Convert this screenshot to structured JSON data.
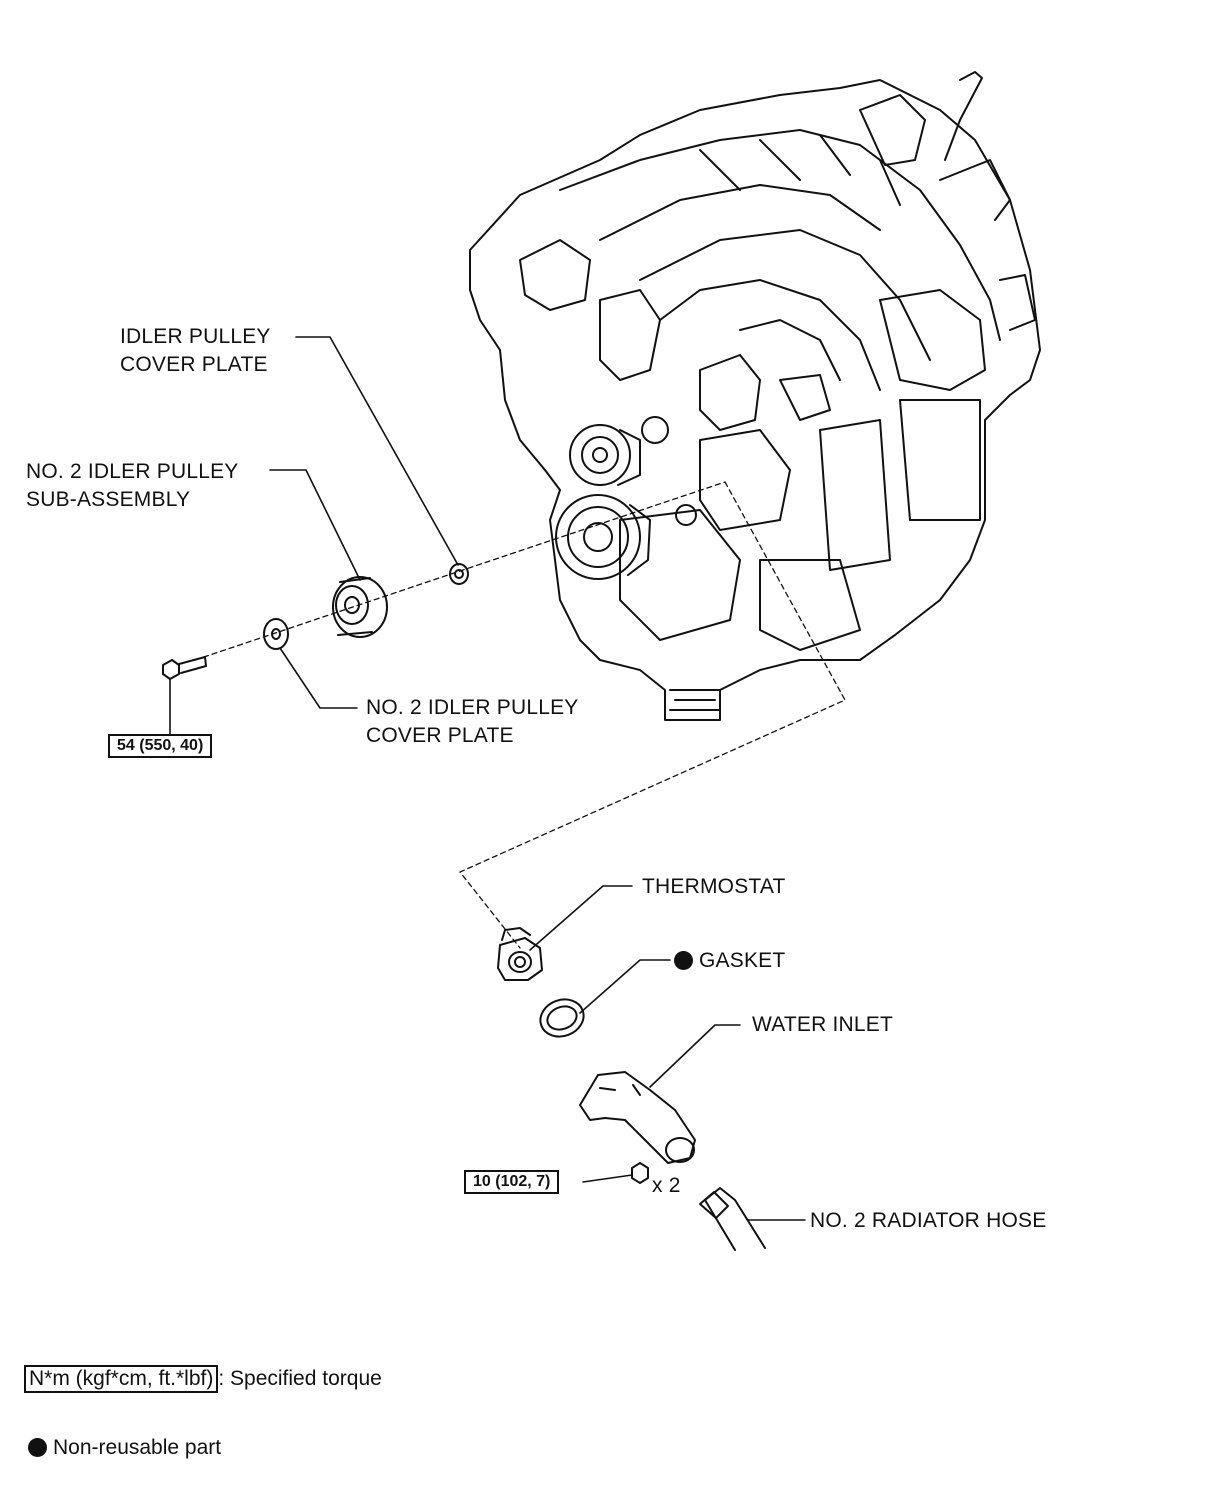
{
  "labels": {
    "idler_cover": [
      "IDLER PULLEY",
      "COVER PLATE"
    ],
    "no2_idler_subassy": [
      "NO. 2 IDLER PULLEY",
      "SUB-ASSEMBLY"
    ],
    "no2_idler_cover": [
      "NO. 2 IDLER PULLEY",
      "COVER PLATE"
    ],
    "thermostat": "THERMOSTAT",
    "gasket": "GASKET",
    "water_inlet": "WATER INLET",
    "radiator_hose": "NO. 2 RADIATOR HOSE",
    "qty": "x 2"
  },
  "torques": {
    "bolt": "54 (550, 40)",
    "nut": "10 (102, 7)"
  },
  "legend": {
    "torque_unit": "N*m (kgf*cm, ft.*lbf)",
    "torque_text": ": Specified torque",
    "nonreusable_text": "Non-reusable part"
  }
}
